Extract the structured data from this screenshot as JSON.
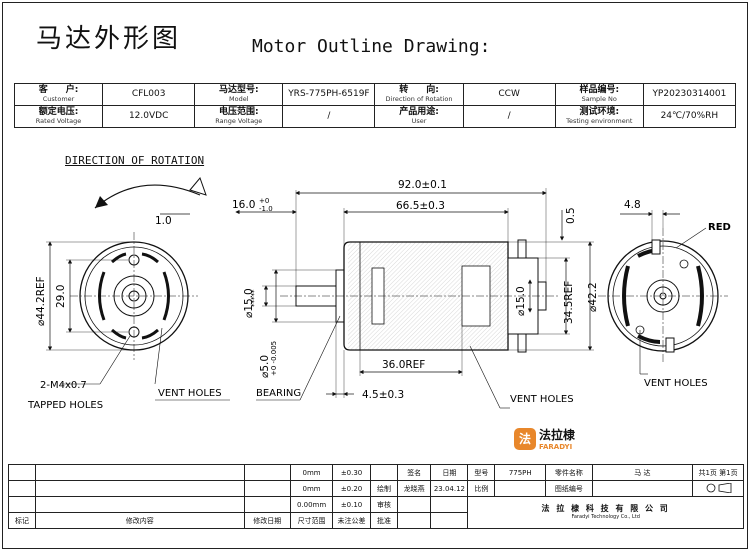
{
  "header": {
    "title_cn": "马达外形图",
    "title_en": "Motor Outline Drawing:"
  },
  "spec_table": {
    "row1": [
      {
        "cn": "客　　户:",
        "en": "Customer",
        "value": "CFL003"
      },
      {
        "cn": "马达型号:",
        "en": "Model",
        "value": "YRS-775PH-6519F"
      },
      {
        "cn": "转　　向:",
        "en": "Direction of Rotation",
        "value": "CCW"
      },
      {
        "cn": "样品编号:",
        "en": "Sample No",
        "value": "YP20230314001"
      }
    ],
    "row2": [
      {
        "cn": "额定电压:",
        "en": "Rated Voltage",
        "value": "12.0VDC"
      },
      {
        "cn": "电压范围:",
        "en": "Range Voltage",
        "value": "/"
      },
      {
        "cn": "产品用途:",
        "en": "User",
        "value": "/"
      },
      {
        "cn": "测试环境:",
        "en": "Testing environment",
        "value": "24℃/70%RH"
      }
    ]
  },
  "drawing": {
    "direction_title": "DIRECTION OF ROTATION",
    "dims": {
      "total_length": "92.0±0.1",
      "body_length": "66.5±0.3",
      "shaft_len": "16.0",
      "shaft_tol_up": "+0",
      "shaft_tol_dn": "-1.0",
      "arrow_gap": "1.0",
      "dia_44": "⌀44.2REF",
      "hole_spacing": "29.0",
      "dia_15": "⌀15.0",
      "stars": "*****",
      "dia_5": "⌀5.0",
      "dia_5_tol": "+0 -0.005",
      "ref_36": "36.0REF",
      "bearing_len": "4.5±0.3",
      "inner_15": "⌀15.0",
      "ref_345": "34.5REF",
      "dia_422": "⌀42.2",
      "offset_05": "0.5",
      "terminal_48": "4.8"
    },
    "notes": {
      "tapped_1": "2-M4x0.7",
      "tapped_2": "TAPPED HOLES",
      "vent_front": "VENT HOLES",
      "bearing": "BEARING",
      "vent_side": "VENT HOLES",
      "vent_rear": "VENT HOLES",
      "red": "RED"
    }
  },
  "logo": {
    "mark": "法",
    "cn": "法拉棣",
    "en": "FARADYI"
  },
  "title_block": {
    "tol": [
      {
        "range": "0mm",
        "tol": "±0.30"
      },
      {
        "range": "0mm",
        "tol": "±0.20"
      },
      {
        "range": "0.00mm",
        "tol": "±0.10"
      }
    ],
    "sign_label": "签名",
    "date_label": "日期",
    "draw_label": "绘制",
    "draw_name": "龙晓燕",
    "draw_date": "23.04.12",
    "check_label": "审核",
    "approve_label": "批准",
    "model_label": "型号",
    "model_value": "775PH",
    "part_label": "零件名称",
    "part_value": "马 达",
    "sheet_label": "共1页 第1页",
    "scale_label": "比例",
    "drawing_no_label": "图纸编号",
    "company_cn": "法 拉 棣 科 技 有 限 公 司",
    "company_en": "Faradyi Technology Co., Ltd",
    "rev_cols": [
      "标记",
      "修改内容",
      "修改日期",
      "尺寸范围",
      "未注公差",
      "批准"
    ]
  }
}
